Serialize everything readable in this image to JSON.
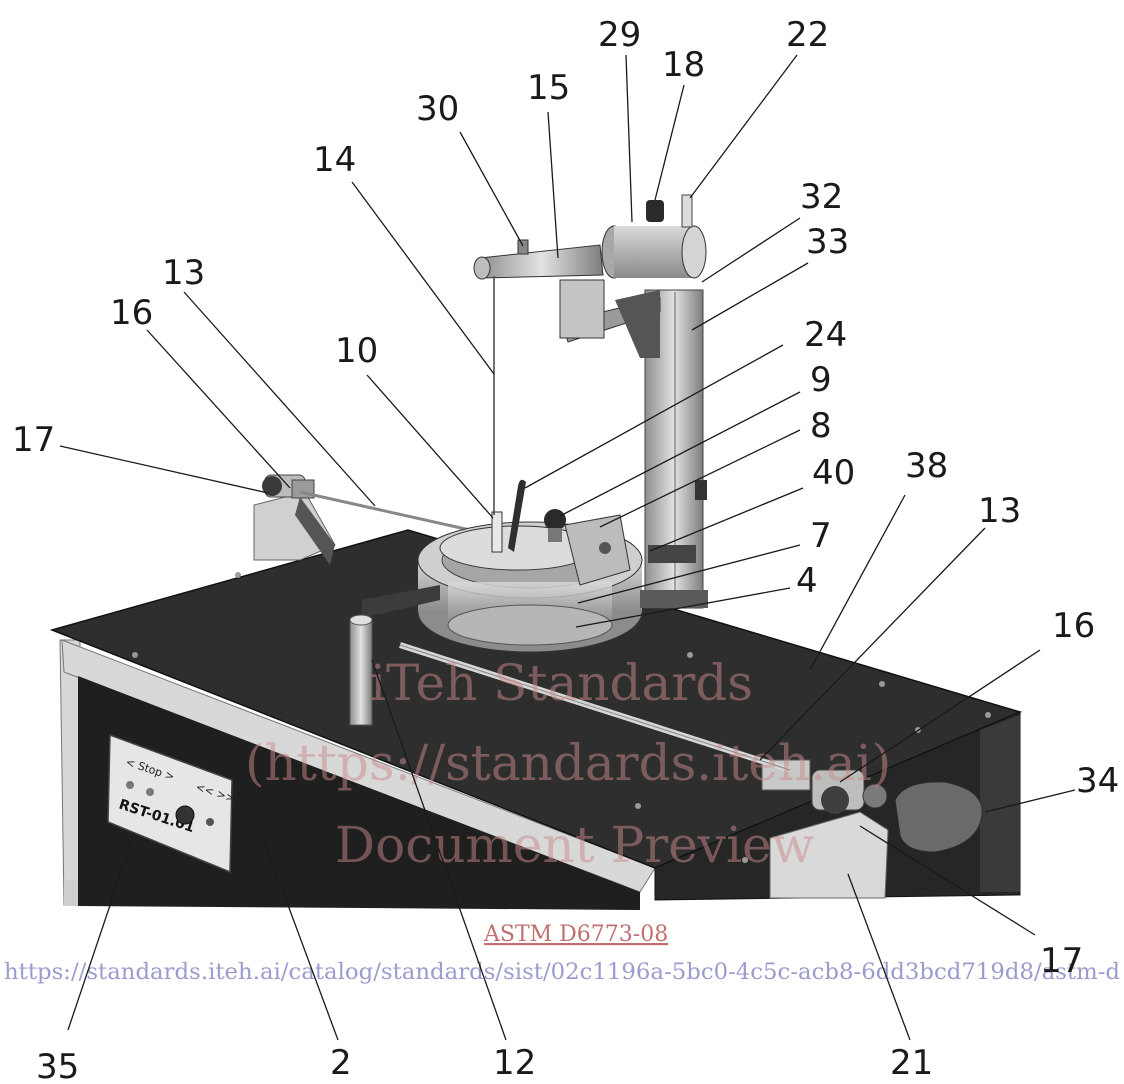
{
  "callouts": {
    "c29": "29",
    "c18": "18",
    "c22": "22",
    "c15": "15",
    "c30": "30",
    "c14": "14",
    "c32": "32",
    "c33": "33",
    "c13a": "13",
    "c16a": "16",
    "c10": "10",
    "c24": "24",
    "c9": "9",
    "c8": "8",
    "c17a": "17",
    "c40": "40",
    "c38": "38",
    "c13b": "13",
    "c7": "7",
    "c4": "4",
    "c16b": "16",
    "c34": "34",
    "c17b": "17",
    "c35": "35",
    "c2": "2",
    "c12": "12",
    "c21": "21"
  },
  "control_panel": {
    "stop_label": "< Stop >",
    "arrows_label": "<< >>",
    "model_label": "RST-01.01"
  },
  "watermark": {
    "line1": "iTeh Standards",
    "line2": "(https://standards.iteh.ai)",
    "line3": "Document Preview",
    "standard_link": "ASTM D6773-08",
    "url": "https://standards.iteh.ai/catalog/standards/sist/02c1196a-5bc0-4c5c-acb8-6dd3bcd719d8/astm-d"
  },
  "colors": {
    "table_top": "#2e2e2e",
    "frame": "#d8d8d8",
    "front": "#1f1f1f",
    "metal": "#b9b9b9",
    "watermark": "#c98a8a"
  }
}
